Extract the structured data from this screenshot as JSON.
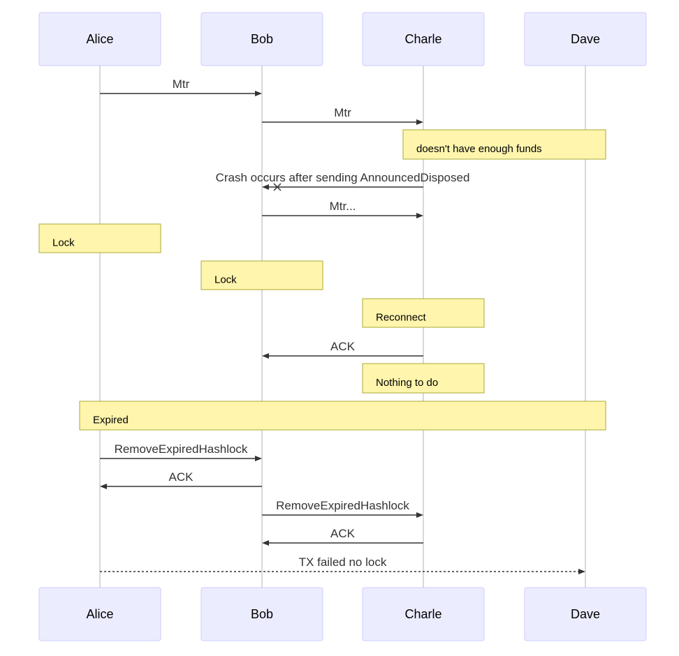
{
  "actors": [
    {
      "id": "alice",
      "label": "Alice"
    },
    {
      "id": "bob",
      "label": "Bob"
    },
    {
      "id": "charle",
      "label": "Charle"
    },
    {
      "id": "dave",
      "label": "Dave"
    }
  ],
  "notes": [
    {
      "id": "note-funds",
      "text": "doesn't have enough funds"
    },
    {
      "id": "note-lock-alice",
      "text": "Lock"
    },
    {
      "id": "note-lock-bob",
      "text": "Lock"
    },
    {
      "id": "note-reconnect",
      "text": "Reconnect"
    },
    {
      "id": "note-nothing",
      "text": "Nothing to do"
    },
    {
      "id": "note-expired",
      "text": "Expired"
    }
  ],
  "messages": [
    {
      "id": "msg-1",
      "from": "alice",
      "to": "bob",
      "text": "Mtr",
      "style": "solid",
      "head": "arrow"
    },
    {
      "id": "msg-2",
      "from": "bob",
      "to": "charle",
      "text": "Mtr",
      "style": "solid",
      "head": "arrow"
    },
    {
      "id": "msg-3",
      "from": "charle",
      "to": "bob",
      "text": "Crash occurs after sending AnnouncedDisposed",
      "style": "solid",
      "head": "cross"
    },
    {
      "id": "msg-4",
      "from": "bob",
      "to": "charle",
      "text": "Mtr...",
      "style": "solid",
      "head": "arrow"
    },
    {
      "id": "msg-5",
      "from": "charle",
      "to": "bob",
      "text": "ACK",
      "style": "solid",
      "head": "arrow"
    },
    {
      "id": "msg-6",
      "from": "alice",
      "to": "bob",
      "text": "RemoveExpiredHashlock",
      "style": "solid",
      "head": "arrow"
    },
    {
      "id": "msg-7",
      "from": "bob",
      "to": "alice",
      "text": "ACK",
      "style": "solid",
      "head": "arrow"
    },
    {
      "id": "msg-8",
      "from": "bob",
      "to": "charle",
      "text": "RemoveExpiredHashlock",
      "style": "solid",
      "head": "arrow"
    },
    {
      "id": "msg-9",
      "from": "charle",
      "to": "bob",
      "text": "ACK",
      "style": "solid",
      "head": "arrow"
    },
    {
      "id": "msg-10",
      "from": "alice",
      "to": "dave",
      "text": "TX failed no lock",
      "style": "dashed",
      "head": "arrow"
    }
  ],
  "colors": {
    "actor_fill": "#ececff",
    "actor_stroke": "#ccccff",
    "note_fill": "#fff5ad",
    "note_stroke": "#aaaa33",
    "line": "#333333",
    "lifeline": "#b3b3b3"
  }
}
